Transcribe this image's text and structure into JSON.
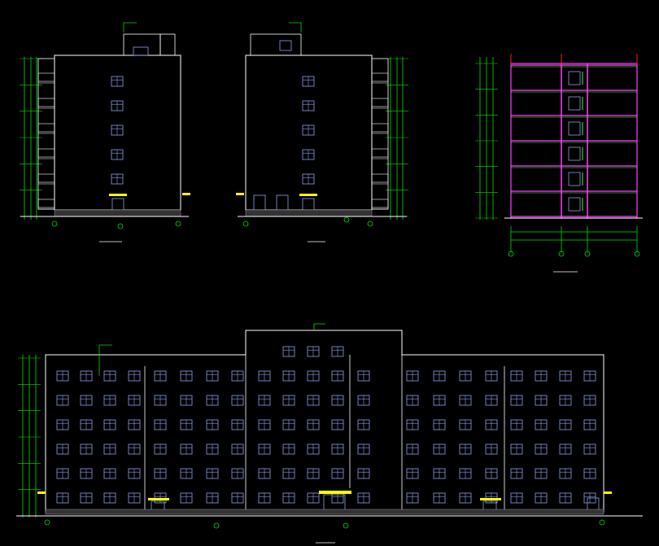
{
  "drawing": {
    "background": "#000000",
    "colors": {
      "outline": "#ffffff",
      "window": "#8fa0e8",
      "dimension": "#00e000",
      "section_wall": "#ff40ff",
      "section_slab": "#40ff40",
      "canopy": "#ffff00",
      "section_line": "#ff2020",
      "hatch": "#9a9a9a"
    },
    "views": [
      {
        "id": "side-elevation-left",
        "type": "side-elevation",
        "floors": 6,
        "window_bays": 1
      },
      {
        "id": "side-elevation-right",
        "type": "side-elevation",
        "floors": 6,
        "window_bays": 1
      },
      {
        "id": "section-1-1",
        "type": "section",
        "floors": 6,
        "rooms_per_floor": 3
      },
      {
        "id": "front-elevation",
        "type": "elevation",
        "floors": 6
      }
    ],
    "grid_bubbles": {
      "left_side": [
        "⑥",
        "④",
        "③"
      ],
      "right_side": [
        "③",
        "④",
        "⑥"
      ],
      "section": [
        "Ⓐ",
        "Ⓑ",
        "Ⓒ",
        "Ⓓ"
      ],
      "front": [
        "①",
        "⑩",
        "⑮"
      ]
    }
  }
}
